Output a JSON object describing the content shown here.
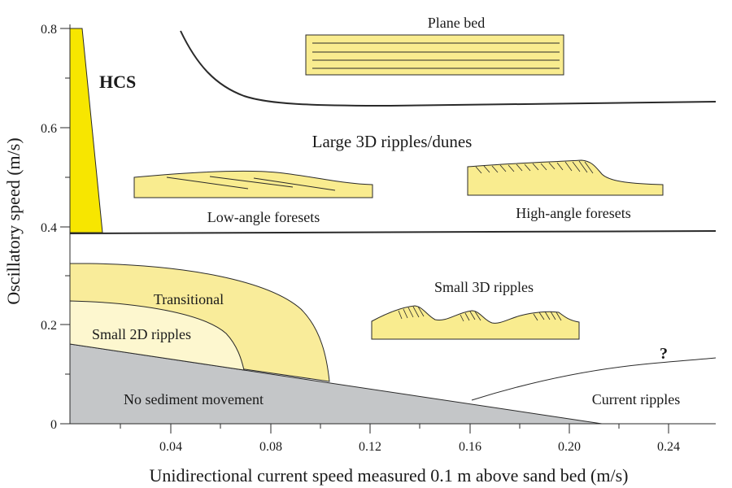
{
  "axes": {
    "x_label": "Unidirectional current speed measured 0.1 m above sand bed (m/s)",
    "y_label": "Oscillatory speed (m/s)",
    "x_ticks": [
      "0.04",
      "0.08",
      "0.12",
      "0.16",
      "0.20",
      "0.24"
    ],
    "y_ticks": [
      "0",
      "0.2",
      "0.4",
      "0.6",
      "0.8"
    ]
  },
  "regions": {
    "hcs": "HCS",
    "plane_bed": "Plane bed",
    "large_3d": "Large 3D ripples/dunes",
    "low_angle": "Low-angle foresets",
    "high_angle": "High-angle foresets",
    "small_3d": "Small 3D ripples",
    "transitional": "Transitional",
    "small_2d": "Small 2D ripples",
    "no_sediment": "No sediment movement",
    "current_ripples": "Current ripples",
    "question": "?"
  },
  "colors": {
    "hcs_fill": "#f7e600",
    "sketch_fill": "#f9ec8f",
    "transitional_fill": "#f9ec9a",
    "small_2d_fill": "#fdf7cf",
    "no_movement_fill": "#c4c6c8",
    "line": "#2a2a2a"
  }
}
